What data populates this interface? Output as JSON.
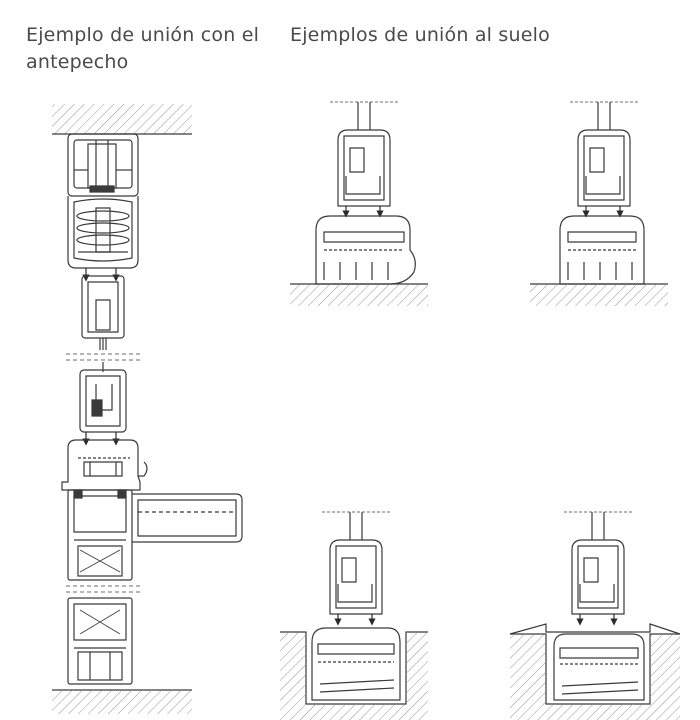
{
  "diagram": {
    "title_left": "Ejemplo de unión con el antepecho",
    "title_right": "Ejemplos de unión al suelo",
    "colors": {
      "line": "#3a3a3a",
      "hatch": "#8a8a8a",
      "background": "#ffffff"
    },
    "sections": [
      {
        "id": "sill-connection",
        "group": "title_left"
      },
      {
        "id": "floor-connection-1",
        "group": "title_right"
      },
      {
        "id": "floor-connection-2",
        "group": "title_right"
      },
      {
        "id": "floor-connection-3",
        "group": "title_right"
      },
      {
        "id": "floor-connection-4",
        "group": "title_right"
      }
    ]
  }
}
